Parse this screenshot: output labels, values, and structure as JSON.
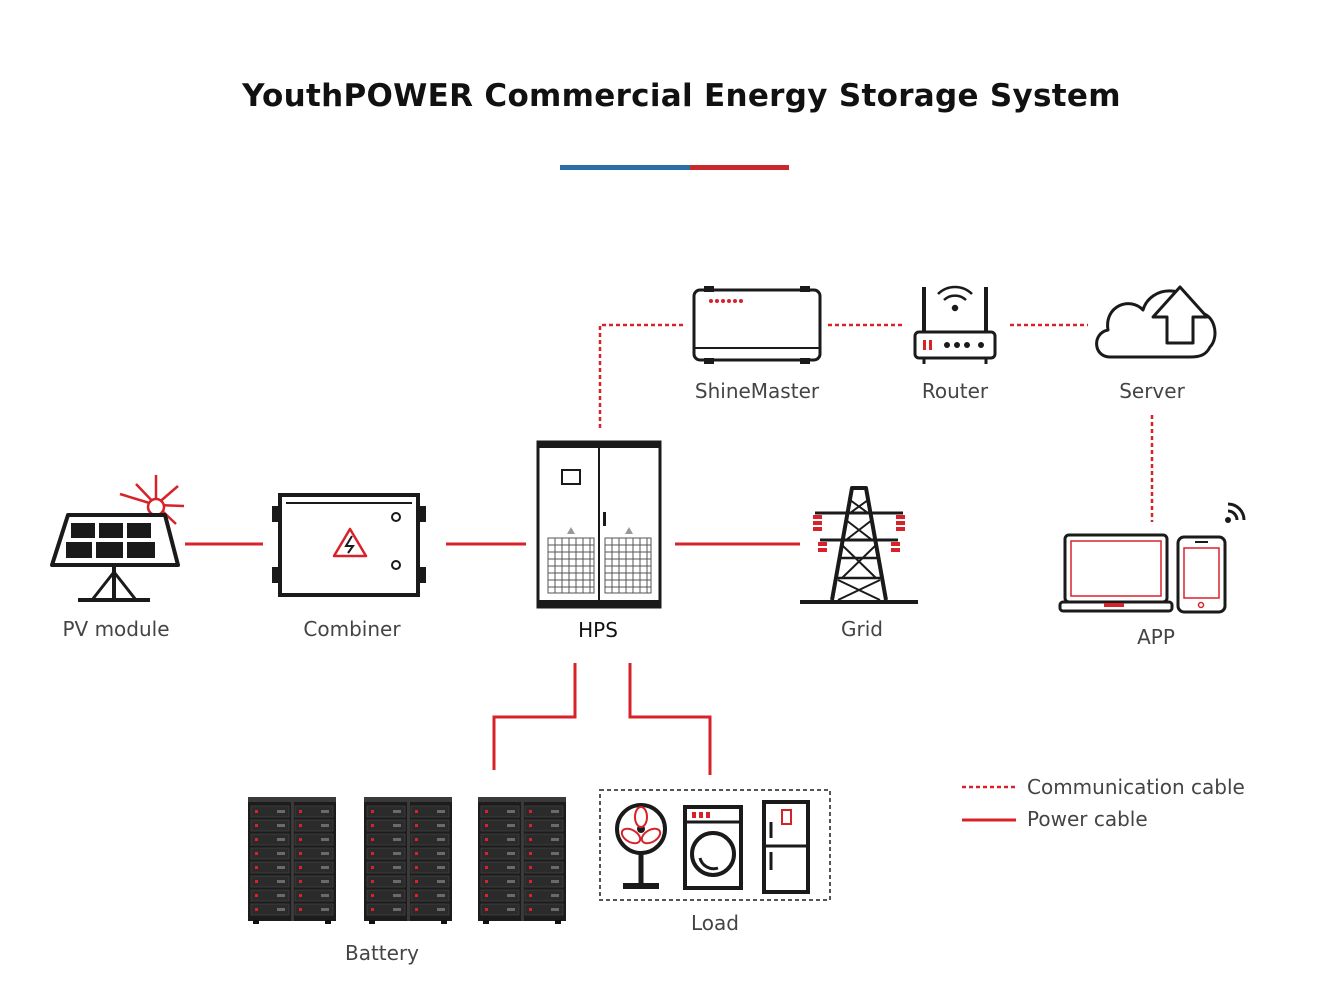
{
  "title": "YouthPOWER Commercial Energy Storage System",
  "colors": {
    "accent_blue": "#2a6fa8",
    "accent_red": "#c8282e",
    "power_cable": "#d8222a",
    "communication_cable": "#d8222a",
    "icon_outline": "#1a1a1a"
  },
  "nodes": {
    "pv_module": "PV module",
    "combiner": "Combiner",
    "hps": "HPS",
    "grid": "Grid",
    "shinemaster": "ShineMaster",
    "router": "Router",
    "server": "Server",
    "app": "APP",
    "battery": "Battery",
    "load": "Load"
  },
  "legend": {
    "communication": "Communication cable",
    "power": "Power cable"
  }
}
